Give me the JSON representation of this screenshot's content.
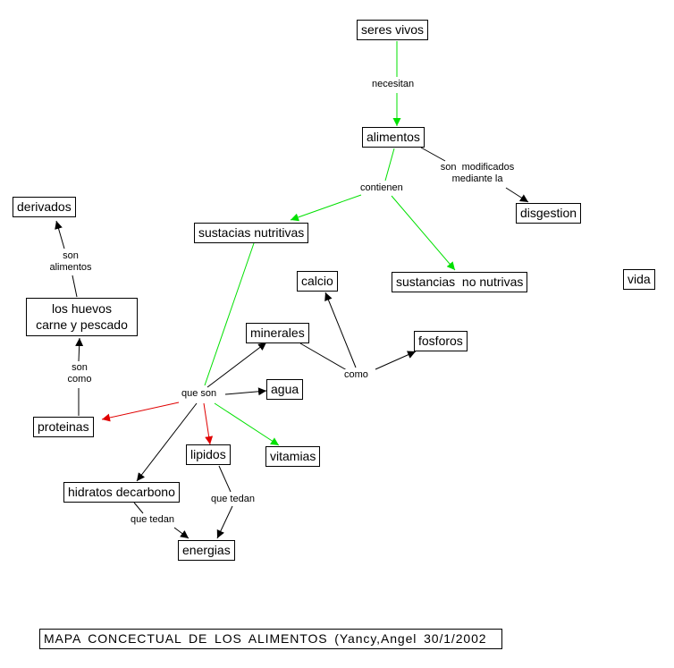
{
  "colors": {
    "green": "#00e000",
    "red": "#e00000",
    "black": "#000000"
  },
  "concepts": {
    "seres_vivos": "seres vivos",
    "alimentos": "alimentos",
    "derivados": "derivados",
    "disgestion": "disgestion",
    "sustacias_nutritivas": "sustacias nutritivas",
    "sustancias_no_nutrivas": "sustancias  no nutrivas",
    "vida": "vida",
    "calcio": "calcio",
    "los_huevos": "los huevos\ncarne y pescado",
    "minerales": "minerales",
    "fosforos": "fosforos",
    "agua": "agua",
    "proteinas": "proteinas",
    "lipidos": "lipidos",
    "vitamias": "vitamias",
    "hidratos": "hidratos decarbono",
    "energias": "energias"
  },
  "linking_phrases": {
    "necesitan": "necesitan",
    "contienen": "contienen",
    "son_modificados": "son  modificados\nmediante la",
    "son_alimentos": "son\nalimentos",
    "son_como": "son\ncomo",
    "que_son": "que son",
    "como": "como",
    "que_tedan_1": "que tedan",
    "que_tedan_2": "que tedan"
  },
  "title": "MAPA  CONCECTUAL  DE  LOS  ALIMENTOS  (Yancy,Angel  30/1/2002"
}
